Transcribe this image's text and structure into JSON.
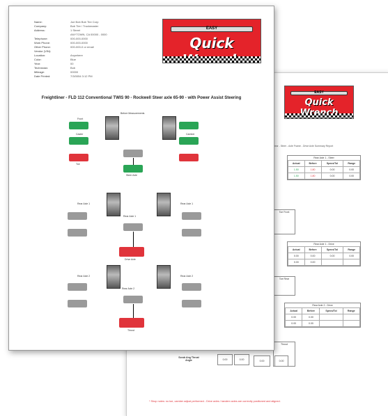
{
  "brand": {
    "name": "Quick Wrench",
    "tagline": "EASY",
    "colors": {
      "red": "#e4232a",
      "green": "#2aa556",
      "grey": "#9a9a9a"
    }
  },
  "front_page": {
    "info": [
      {
        "key": "Name:",
        "value": "Joe Bob Bob Tire Corp"
      },
      {
        "key": "Company:",
        "value": "Bob Tire / Truckmaster"
      },
      {
        "key": "Address:",
        "value": "1 Street"
      },
      {
        "key": "",
        "value": "ANYTOWN, CA 00000 - 0000"
      },
      {
        "key": "Telephone:",
        "value": "000-000-0000"
      },
      {
        "key": "Work Phone:",
        "value": "000-000-0000"
      },
      {
        "key": "Other Phone:",
        "value": "000-000-0 or email"
      },
      {
        "key": "Vendor (VIN):",
        "value": ""
      },
      {
        "key": "Location:",
        "value": "Anywhere"
      },
      {
        "key": "Color:",
        "value": "Blue"
      },
      {
        "key": "Year:",
        "value": "00"
      },
      {
        "key": "Technician:",
        "value": "Bob"
      },
      {
        "key": "Mileage:",
        "value": "00000"
      },
      {
        "key": "Date Printed:",
        "value": "7/3/0054 3:12 PM"
      }
    ],
    "title": "Freightliner - FLD 112 Conventional TWIS 90 - Rockwell Steer axle 65-90 - with Power Assist Steering",
    "section_labels": {
      "top": "Before Measurements",
      "steer": "Steer Axle",
      "drive": "Drive Axle",
      "trailer": "Tandem Axle"
    },
    "tire_labels": {
      "front": "Front",
      "toe": "Toe",
      "camber": "Camber",
      "caster": "Caster",
      "rear": "Rear Axle 1",
      "rear2": "Rear Axle 2",
      "thrust": "Thrust"
    }
  },
  "back_page": {
    "heading": "Rear - Steer - Axle Frame - Drive Axle Summary Report",
    "tables": [
      {
        "title": "Rear Axle 1 - Steer",
        "headers": [
          "Actual",
          "Before",
          "Specs/Tol",
          "Range"
        ],
        "rows": [
          [
            "1.50",
            "1.80",
            "0.00",
            "0.00"
          ],
          [
            "1.50",
            "1.80",
            "0.00",
            "0.00"
          ]
        ]
      },
      {
        "title": "Rear Axle 1 - Drive",
        "headers": [
          "Actual",
          "Before",
          "Specs/Tol",
          "Range"
        ],
        "rows": [
          [
            "0.00",
            "0.00",
            "0.00",
            "0.00"
          ],
          [
            "0.00",
            "0.00",
            "",
            ""
          ]
        ]
      },
      {
        "title": "Rear Axle 2 - Drive",
        "headers": [
          "Actual",
          "Before",
          "Specs/Tol",
          "Range"
        ],
        "rows": [
          [
            "0.00",
            "0.00",
            "",
            ""
          ],
          [
            "0.00",
            "0.00",
            "",
            ""
          ]
        ]
      }
    ],
    "side_labels": [
      "Toe Front",
      "Toe Rear",
      "Thrust"
    ],
    "bottom_row": {
      "label": "Scrub Ang Thrust Angle",
      "values": [
        "0.00",
        "0.00",
        "0.00",
        "0.00"
      ]
    },
    "footer": "* Shop notes: no toe, camber adjust performed - Drive axles / tandem axles are correctly positioned and aligned."
  }
}
